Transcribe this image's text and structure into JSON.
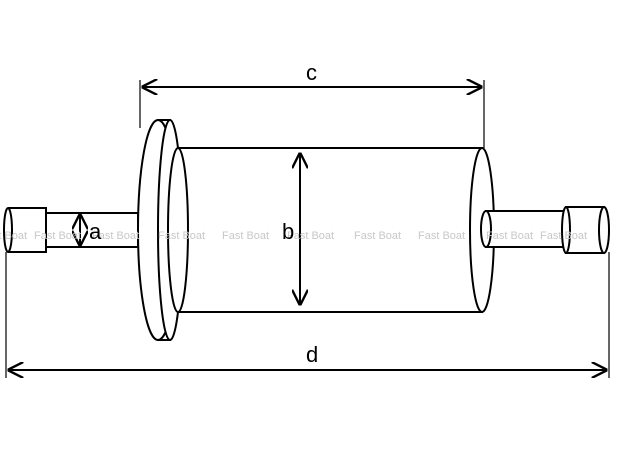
{
  "labels": {
    "a": "a",
    "b": "b",
    "c": "c",
    "d": "d"
  },
  "watermark": {
    "text": "Fast Boat",
    "repeat_count": 10
  },
  "colors": {
    "line": "#000000",
    "background": "#ffffff",
    "watermark": "#c8c8c8"
  }
}
